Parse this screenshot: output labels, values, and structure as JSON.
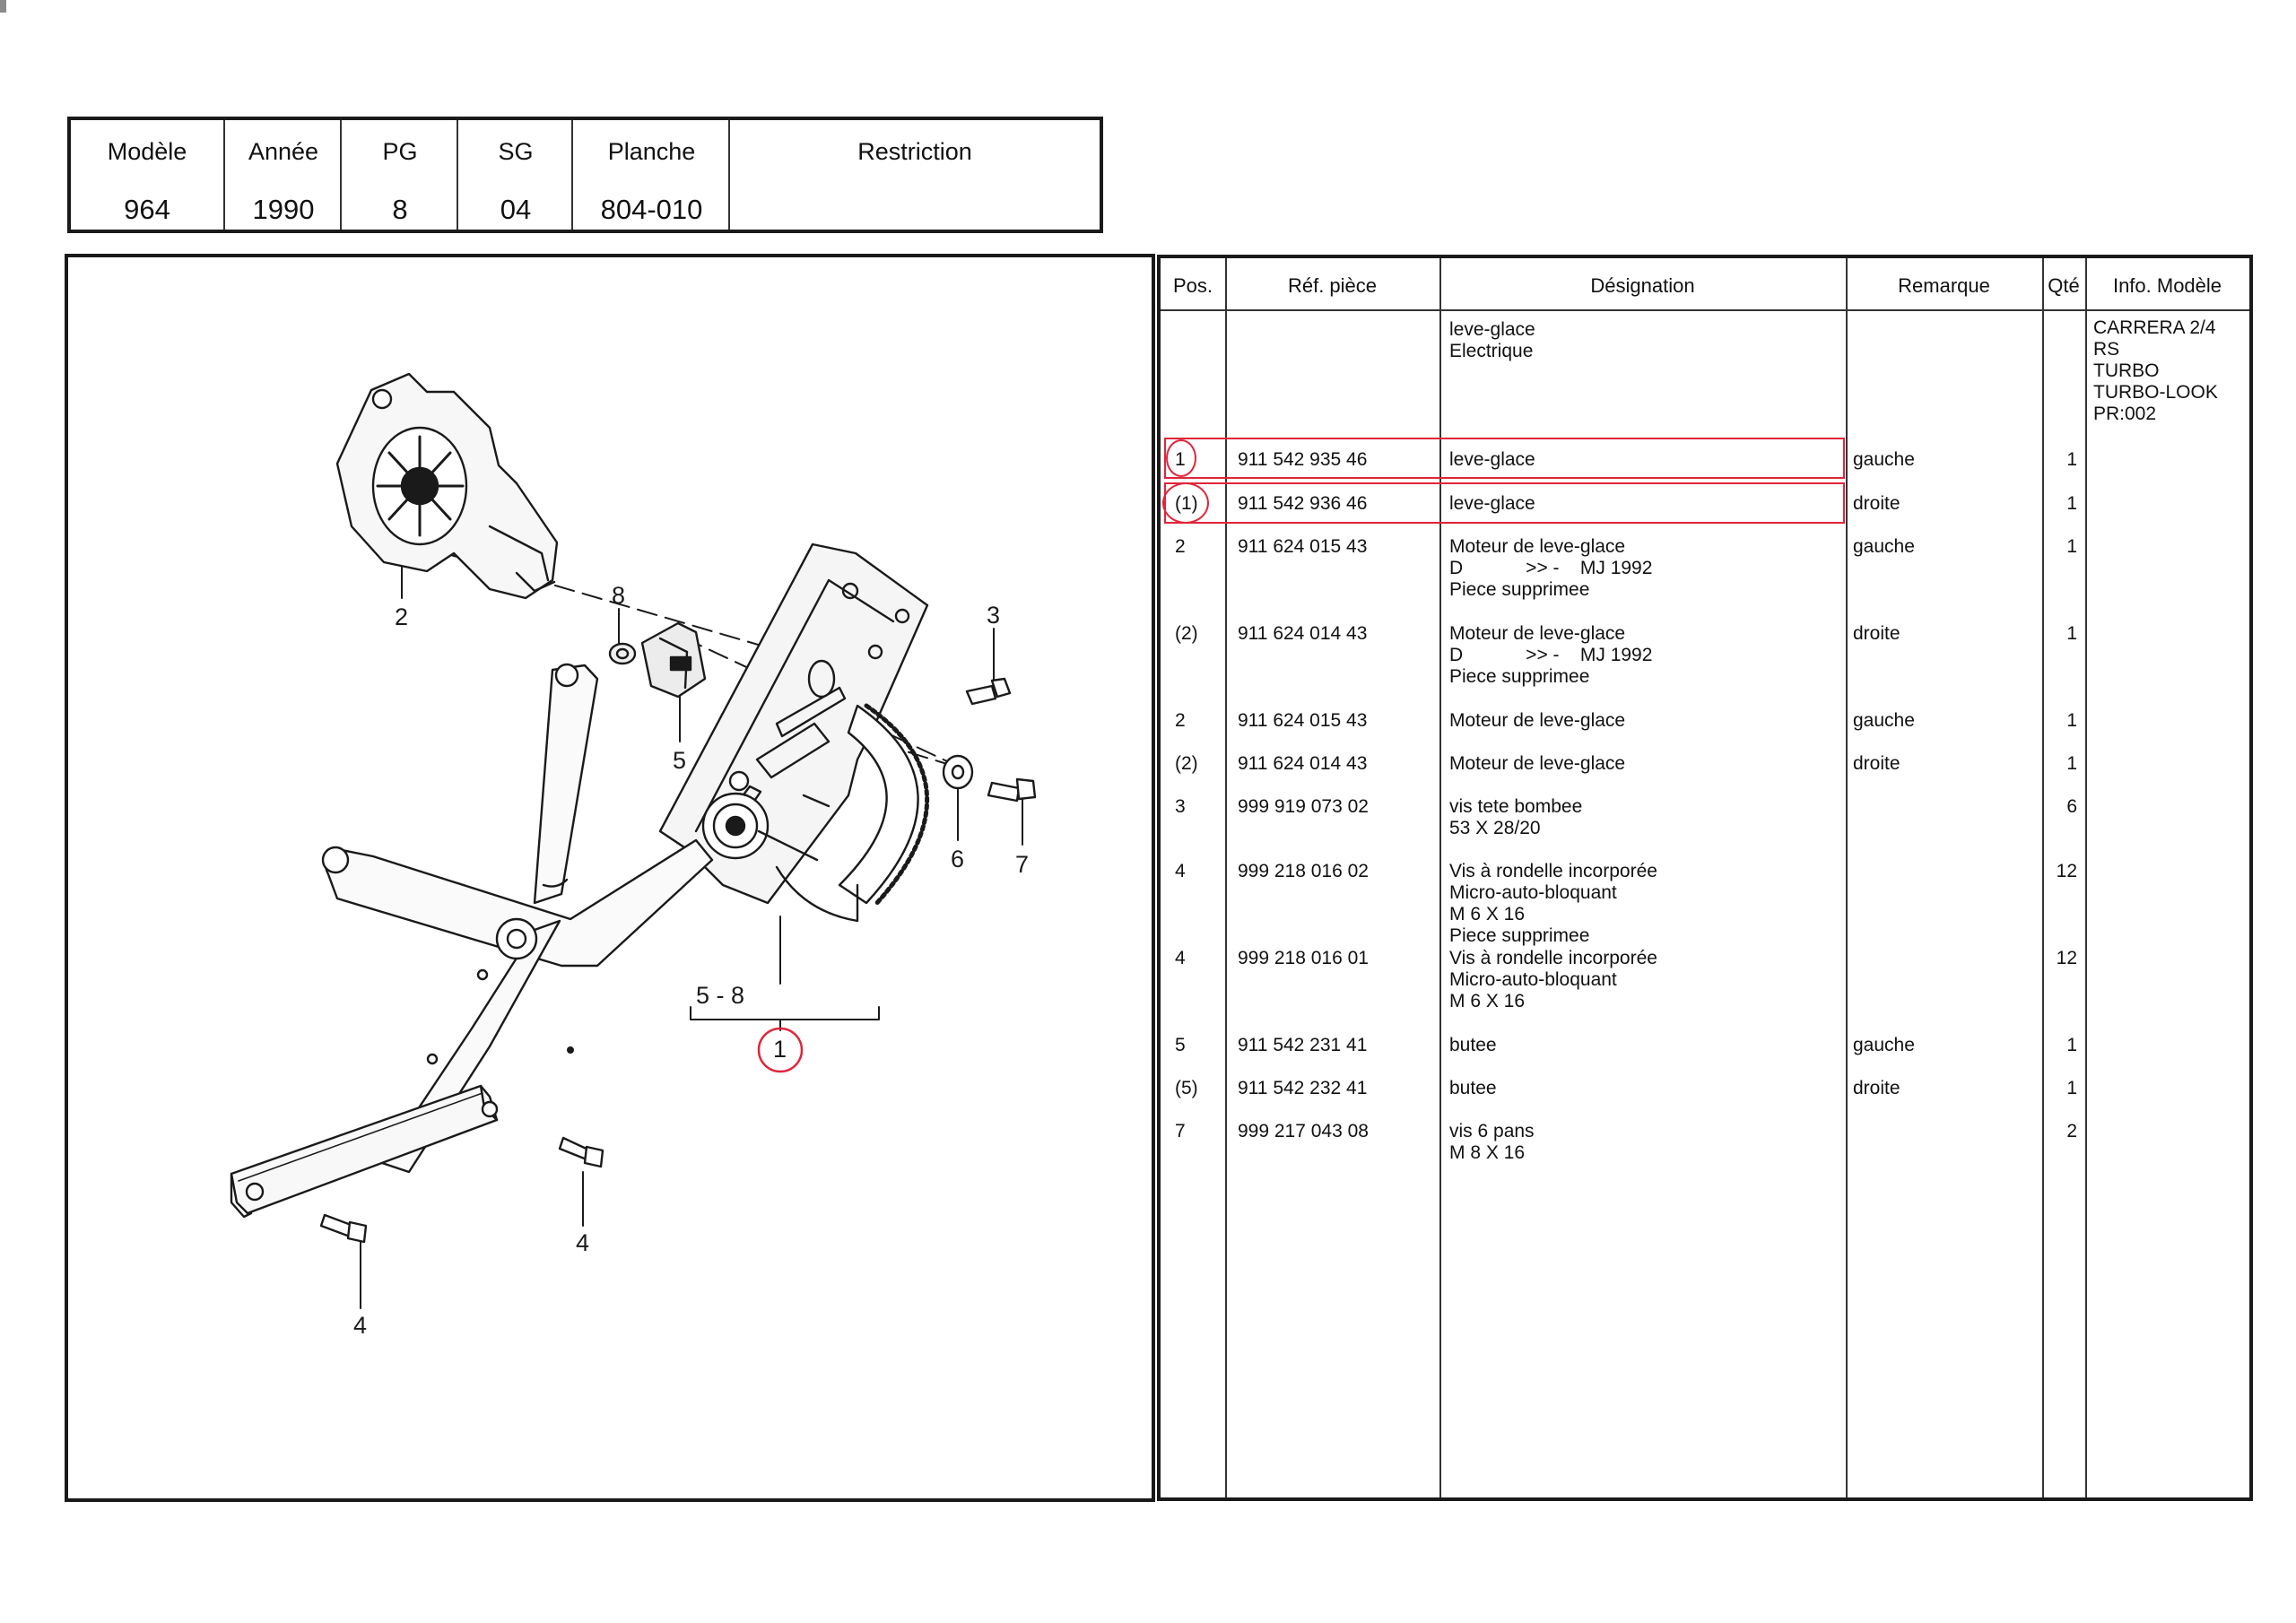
{
  "header": {
    "columns": [
      {
        "label": "Modèle",
        "value": "964"
      },
      {
        "label": "Année",
        "value": "1990"
      },
      {
        "label": "PG",
        "value": "8"
      },
      {
        "label": "SG",
        "value": "04"
      },
      {
        "label": "Planche",
        "value": "804-010"
      },
      {
        "label": "Restriction",
        "value": ""
      }
    ]
  },
  "table": {
    "headers": {
      "pos": "Pos.",
      "ref": "Réf. pièce",
      "designation": "Désignation",
      "remarque": "Remarque",
      "qty": "Qté",
      "info": "Info. Modèle"
    },
    "intro": {
      "line1": "leve-glace",
      "line2": "Electrique"
    },
    "info_modele": [
      "CARRERA 2/4",
      "RS",
      "TURBO",
      "TURBO-LOOK",
      "PR:002"
    ],
    "rows": [
      {
        "pos": "1",
        "ref": "911 542 935 46",
        "designation": [
          "leve-glace"
        ],
        "remarque": "gauche",
        "qty": "1"
      },
      {
        "pos": "(1)",
        "ref": "911 542 936 46",
        "designation": [
          "leve-glace"
        ],
        "remarque": "droite",
        "qty": "1"
      },
      {
        "pos": "2",
        "ref": "911 624 015 43",
        "designation": [
          "Moteur de leve-glace",
          "D            >> -    MJ 1992",
          "Piece supprimee"
        ],
        "remarque": "gauche",
        "qty": "1"
      },
      {
        "pos": "(2)",
        "ref": "911 624 014 43",
        "designation": [
          "Moteur de leve-glace",
          "D            >> -    MJ 1992",
          "Piece supprimee"
        ],
        "remarque": "droite",
        "qty": "1"
      },
      {
        "pos": "2",
        "ref": "911 624 015 43",
        "designation": [
          "Moteur de leve-glace"
        ],
        "remarque": "gauche",
        "qty": "1"
      },
      {
        "pos": "(2)",
        "ref": "911 624 014 43",
        "designation": [
          "Moteur de leve-glace"
        ],
        "remarque": "droite",
        "qty": "1"
      },
      {
        "pos": "3",
        "ref": "999 919 073 02",
        "designation": [
          "vis tete bombee",
          "53 X 28/20"
        ],
        "remarque": "",
        "qty": "6"
      },
      {
        "pos": "4",
        "ref": "999 218 016 02",
        "designation": [
          "Vis à rondelle incorporée",
          "Micro-auto-bloquant",
          "M 6 X 16",
          "Piece supprimee"
        ],
        "remarque": "",
        "qty": "12"
      },
      {
        "pos": "4",
        "ref": "999 218 016 01",
        "designation": [
          "Vis à rondelle incorporée",
          "Micro-auto-bloquant",
          "M 6 X 16"
        ],
        "remarque": "",
        "qty": "12"
      },
      {
        "pos": "5",
        "ref": "911 542 231 41",
        "designation": [
          "butee"
        ],
        "remarque": "gauche",
        "qty": "1"
      },
      {
        "pos": "(5)",
        "ref": "911 542 232 41",
        "designation": [
          "butee"
        ],
        "remarque": "droite",
        "qty": "1"
      },
      {
        "pos": "7",
        "ref": "999 217 043 08",
        "designation": [
          "vis 6 pans",
          "M 8 X 16"
        ],
        "remarque": "",
        "qty": "2"
      }
    ]
  },
  "diagram": {
    "callouts": {
      "c2": "2",
      "c8": "8",
      "c3": "3",
      "c5": "5",
      "c6": "6",
      "c7": "7",
      "c58": "5 - 8",
      "c1": "1",
      "c4a": "4",
      "c4b": "4"
    }
  },
  "colors": {
    "highlight": "#e0253a",
    "ink": "#1a1a1a"
  }
}
